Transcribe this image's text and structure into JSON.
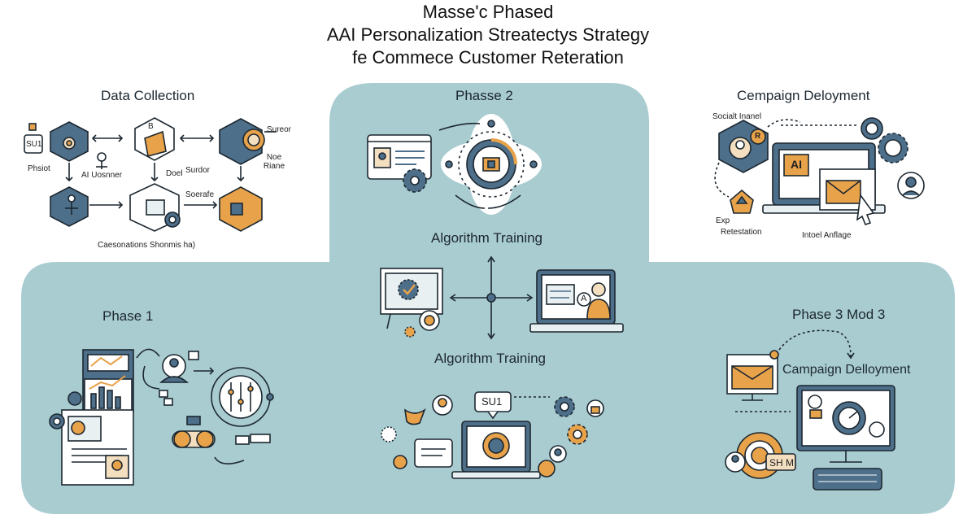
{
  "title": {
    "line1": "Masse'c Phased",
    "line2": "AAI Personalization Streatectys Strategy",
    "line3": "fe Commece Customer Reteration"
  },
  "colors": {
    "panel": "#a9ccd0",
    "navy": "#4e6f8a",
    "orange": "#e8a24a",
    "cream": "#f3dfc0",
    "outline": "#1c2730"
  },
  "top_left": {
    "heading": "Data Collection",
    "labels": {
      "su1": "SU1",
      "phsiot": "Phsiot",
      "b": "B",
      "ai_uosnner": "AI Uosnner",
      "doel": "Doel",
      "surdor": "Surdor",
      "sureor": "Sureor",
      "noe_riane": "Noe Riane",
      "soerafe": "Soerafe",
      "footer": "Caesonations Shonmis ha)"
    }
  },
  "center_top": {
    "heading": "Phasse 2",
    "caption": "Algorithm Training"
  },
  "top_right": {
    "heading": "Cempaign Deloyment",
    "labels": {
      "social": "Socialt Inanel",
      "r": "R",
      "ai": "AI",
      "exp": "Exp",
      "retestation": "Retestation",
      "intoel": "Intoel Anflage"
    }
  },
  "center_mid": {
    "caption": "Algorithm Training",
    "labels": {
      "a": "A",
      "su1": "SU1"
    }
  },
  "bottom_left": {
    "heading": "Phase 1"
  },
  "bottom_right": {
    "heading": "Phase 3 Mod 3",
    "caption": "Campaign Delloyment",
    "labels": {
      "shm": "SH M"
    }
  }
}
